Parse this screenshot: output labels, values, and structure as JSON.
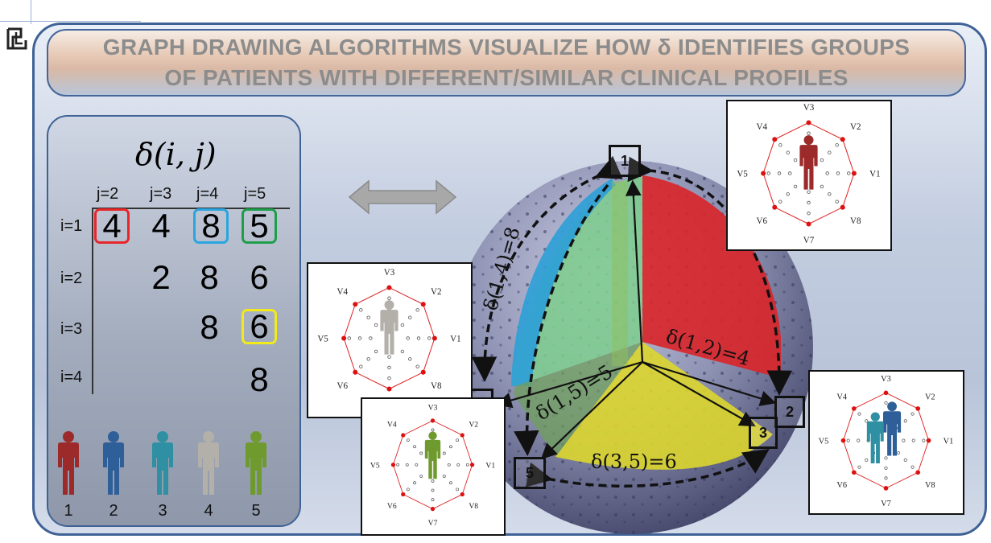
{
  "title": {
    "line1": "GRAPH DRAWING ALGORITHMS VISUALIZE HOW δ IDENTIFIES GROUPS",
    "line2": "OF PATIENTS WITH DIFFERENT/SIMILAR CLINICAL PROFILES"
  },
  "matrix": {
    "label": "δ(i, j)",
    "columns": [
      "j=2",
      "j=3",
      "j=4",
      "j=5"
    ],
    "rows": [
      "i=1",
      "i=2",
      "i=3",
      "i=4"
    ],
    "values": [
      [
        "4",
        "4",
        "8",
        "5"
      ],
      [
        "2",
        "8",
        "6"
      ],
      [
        "8",
        "6"
      ],
      [
        "8"
      ]
    ]
  },
  "patients": {
    "numbers": [
      "1",
      "2",
      "3",
      "4",
      "5"
    ],
    "colors": [
      "#9c2a2a",
      "#2f5f98",
      "#2f8fa3",
      "#b3b0aa",
      "#6f9a2e"
    ]
  },
  "radar_labels": [
    "V3",
    "V2",
    "V1",
    "V8",
    "V7",
    "V6",
    "V5",
    "V4"
  ],
  "graph": {
    "nodes": [
      "1",
      "2",
      "3",
      "4",
      "5"
    ],
    "edges": {
      "d12": "δ(1,2)=4",
      "d14": "δ(1,4)=8",
      "d15": "δ(1,5)=5",
      "d35": "δ(3,5)=6"
    }
  },
  "colors": {
    "frame_border": "#3f6296",
    "highlight_red": "#e8262a",
    "highlight_blue": "#2aa5e0",
    "highlight_green": "#1f9e4a",
    "highlight_yellow": "#f2ea1a",
    "sector_red": "#d8262b",
    "sector_blue": "#2f9fd6",
    "sector_green": "#7dcc8e",
    "sector_yellow": "#dcd62e"
  }
}
